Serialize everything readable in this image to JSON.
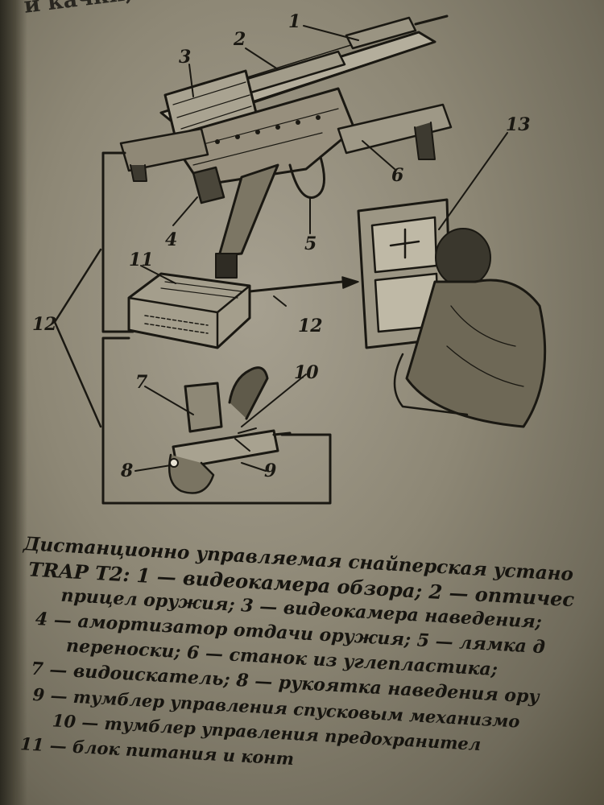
{
  "page": {
    "top_text": "и качки, исп"
  },
  "figure": {
    "labels": [
      "1",
      "2",
      "3",
      "4",
      "5",
      "6",
      "7",
      "8",
      "9",
      "10",
      "11",
      "12",
      "12",
      "13"
    ]
  },
  "caption": {
    "lines": [
      "Дистанционно управляемая снайперская устано",
      "TRAP T2: 1 — видеокамера обзора; 2 — оптичес",
      "прицел оружия; 3 — видеокамера наведения;",
      "4 — амортизатор отдачи оружия; 5 — лямка д",
      "переноски; 6 — станок из углепластика;",
      "7 — видоискатель; 8 — рукоятка наведения ору",
      "9 — тумблер управления спусковым механизмо",
      "10 — тумблер управления предохранител",
      "11 — блок питания и конт"
    ]
  },
  "colors": {
    "paper": "#8d8775",
    "ink": "#1a1812"
  }
}
